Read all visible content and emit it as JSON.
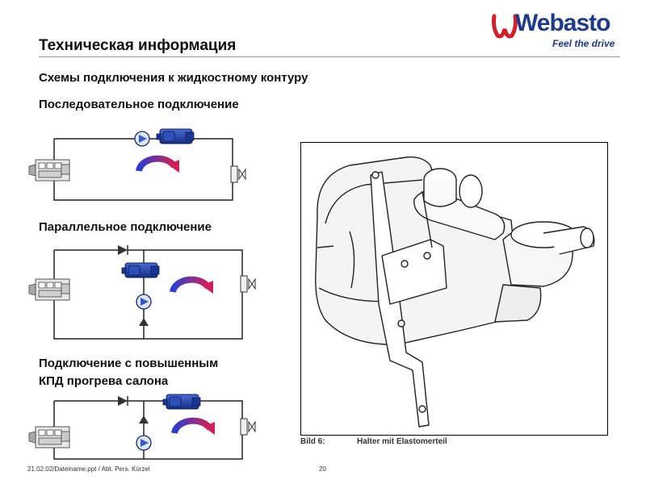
{
  "header": {
    "title": "Техническая информация",
    "logo_text": "Webasto",
    "logo_tagline": "Feel the drive"
  },
  "content": {
    "subtitle": "Схемы подключения к жидкостному контуру",
    "serial_label": "Последовательное подключение",
    "parallel_label": "Параллельное подключение",
    "efficient_label_line1": "Подключение  с повышенным",
    "efficient_label_line2": "КПД прогрева салона"
  },
  "figure": {
    "caption_number": "Bild 6:",
    "caption_text": "Halter mit Elastomerteil"
  },
  "footer": {
    "left_text": "21.02.02/Dateiname.ppt / Abt. Pers. Kürzel",
    "page_number": "20"
  },
  "colors": {
    "brand_blue": "#1f3a8a",
    "brand_red": "#d21f2b",
    "heater_blue": "#1e3f9b",
    "arrow_gradient_start": "#2a3fd0",
    "arrow_gradient_end": "#d0205a"
  }
}
